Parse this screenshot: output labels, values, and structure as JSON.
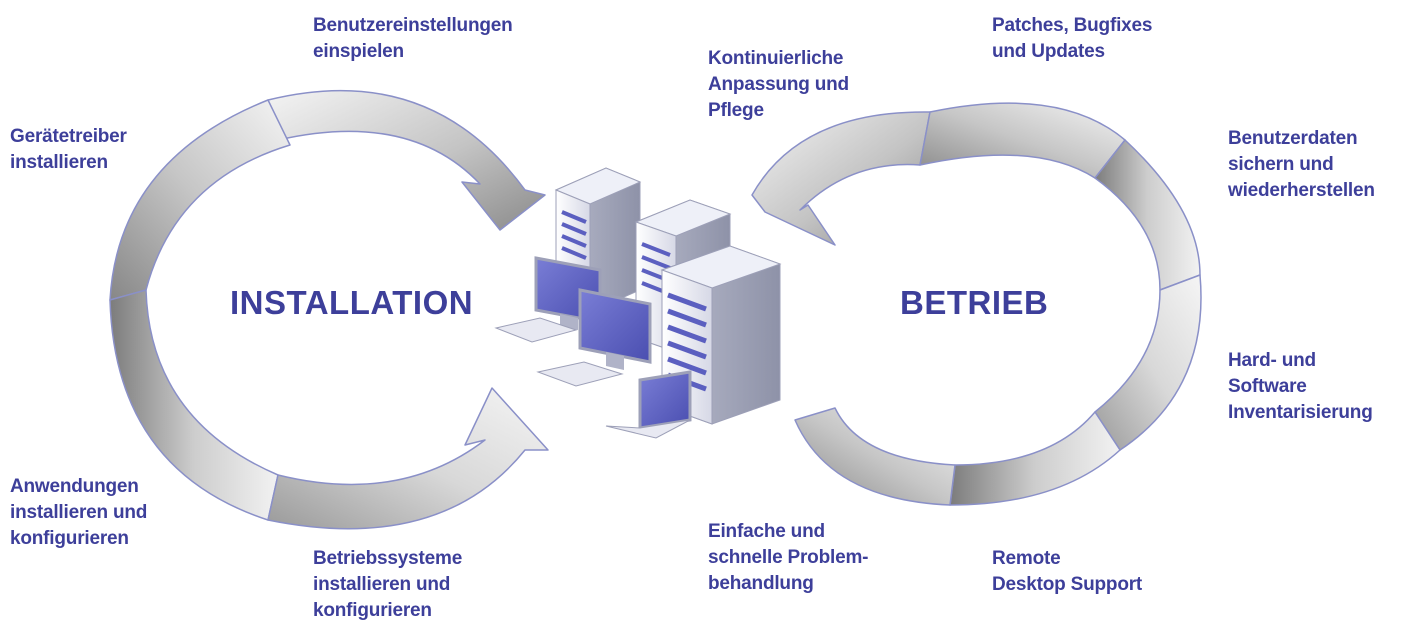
{
  "installation": {
    "title": "INSTALLATION",
    "labels": {
      "benutzereinstellungen": [
        "Benutzereinstellungen",
        "einspielen"
      ],
      "geraetetreiber": [
        "Gerätetreiber",
        "installieren"
      ],
      "anwendungen": [
        "Anwendungen",
        "installieren und",
        "konfigurieren"
      ],
      "betriebssysteme": [
        "Betriebssysteme",
        "installieren und",
        "konfigurieren"
      ]
    }
  },
  "center": {
    "kontinuierliche": [
      "Kontinuierliche",
      "Anpassung und",
      "Pflege"
    ],
    "problembehandlung": [
      "Einfache und",
      "schnelle Problem-",
      "behandlung"
    ]
  },
  "betrieb": {
    "title": "BETRIEB",
    "labels": {
      "patches": [
        "Patches, Bugfixes",
        "und Updates"
      ],
      "benutzerdaten": [
        "Benutzerdaten",
        "sichern und",
        "wiederherstellen"
      ],
      "inventarisierung": [
        "Hard- und",
        "Software",
        "Inventarisierung"
      ],
      "remote": [
        "Remote",
        "Desktop Support"
      ]
    }
  },
  "colors": {
    "text": "#3d3f9a",
    "arrow_light": "#efefef",
    "arrow_dark": "#8c8c8c",
    "outline": "#8a90c8",
    "screen": "#5b5fc0"
  },
  "icons": [
    "server-icon",
    "monitor-icon",
    "keyboard-icon",
    "laptop-icon"
  ]
}
